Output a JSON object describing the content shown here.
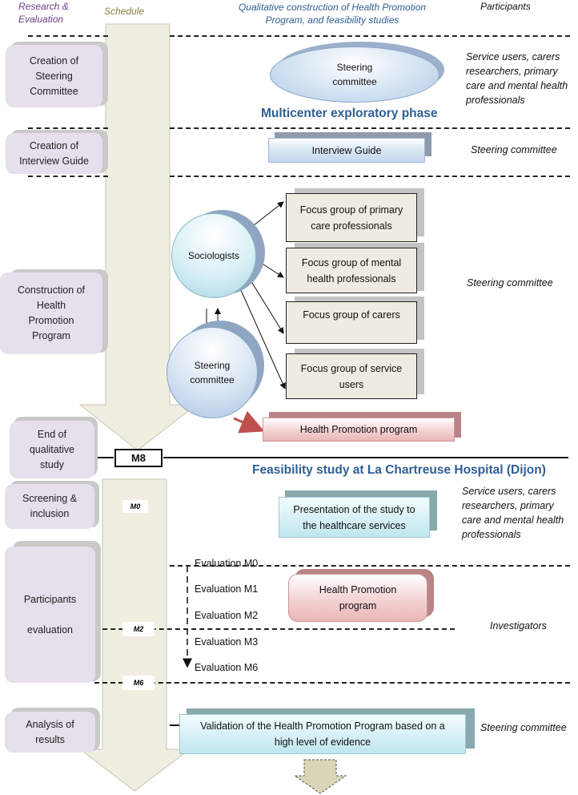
{
  "headers": {
    "research_evaluation": "Research &\nEvaluation",
    "schedule": "Schedule",
    "qualitative": "Qualitative construction of Health Promotion\nProgram, and feasibility studies",
    "participants": "Participants"
  },
  "left_steps": [
    "Creation of\nSteering\nCommittee",
    "Creation of\nInterview Guide",
    "Construction of\nHealth\nPromotion\nProgram",
    "End of\nqualitative\nstudy",
    "Screening &\ninclusion",
    "Participants\n\nevaluation",
    "Analysis of\nresults"
  ],
  "participants_col": [
    "Service users, carers\nresearchers, primary\ncare and mental health\nprofessionals",
    "Steering committee",
    "Steering committee",
    "Service users, carers\nresearchers, primary\ncare and mental health\nprofessionals",
    "Investigators",
    "Steering committee"
  ],
  "phases": {
    "exploratory": "Multicenter exploratory phase",
    "feasibility": "Feasibility study at La Chartreuse Hospital (Dijon)"
  },
  "nodes": {
    "steering_top": "Steering\ncommittee",
    "interview_guide": "Interview Guide",
    "sociologists": "Sociologists",
    "steering_mid": "Steering\ncommittee",
    "fg_primary": "Focus group of primary\ncare professionals",
    "fg_mental": "Focus group of mental\nhealth professionals",
    "fg_carers": "Focus group of carers",
    "fg_users": "Focus group of service\nusers",
    "hpp_1": "Health Promotion program",
    "presentation": "Presentation of the study to\nthe healthcare services",
    "hpp_2": "Health Promotion\nprogram",
    "validation": "Validation of the Health Promotion Program based on a\nhigh level of evidence"
  },
  "milestones": {
    "m8": "M8",
    "m0": "M0",
    "m2": "M2",
    "m6": "M6"
  },
  "evaluations": [
    "Evaluation M0",
    "Evaluation M1",
    "Evaluation M2",
    "Evaluation M3",
    "Evaluation M6"
  ],
  "colors": {
    "phase_title": "#2f5f93",
    "left_box": "#e6dfec",
    "arrow": "#efeee0",
    "header_left": "#6b3d8a",
    "header_schedule": "#8a7d3a",
    "header_center": "#2f5f93"
  }
}
